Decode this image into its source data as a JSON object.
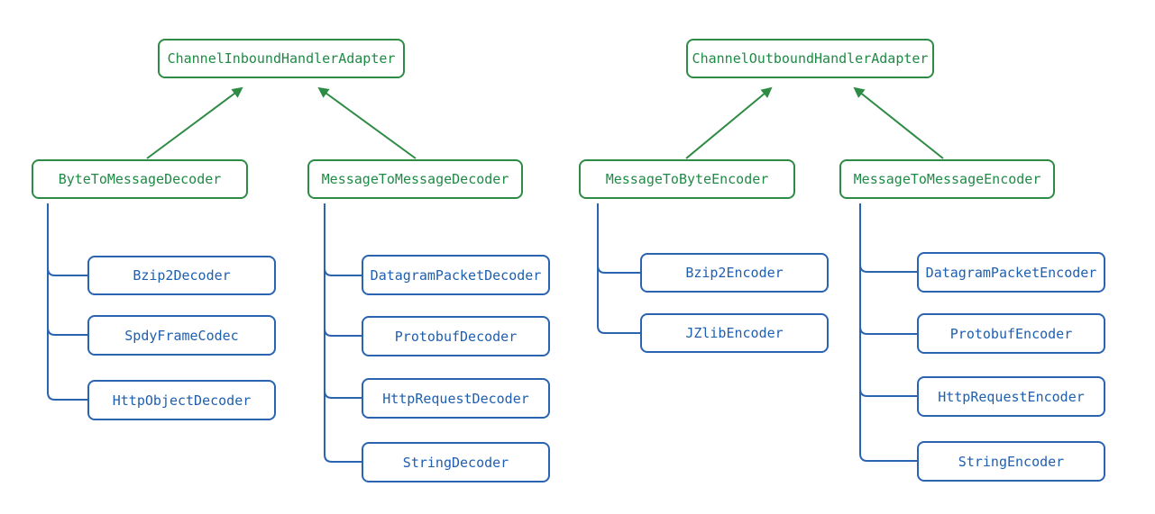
{
  "colors": {
    "inheritance_green": "#2e8b45",
    "text_green": "#1f8a45",
    "tree_blue": "#2a63b0",
    "text_blue": "#1f5fb0",
    "background": "#ffffff"
  },
  "inbound": {
    "root": "ChannelInboundHandlerAdapter",
    "byte_to_message": {
      "label": "ByteToMessageDecoder",
      "children": [
        "Bzip2Decoder",
        "SpdyFrameCodec",
        "HttpObjectDecoder"
      ]
    },
    "message_to_message": {
      "label": "MessageToMessageDecoder",
      "children": [
        "DatagramPacketDecoder",
        "ProtobufDecoder",
        "HttpRequestDecoder",
        "StringDecoder"
      ]
    }
  },
  "outbound": {
    "root": "ChannelOutboundHandlerAdapter",
    "message_to_byte": {
      "label": "MessageToByteEncoder",
      "children": [
        "Bzip2Encoder",
        "JZlibEncoder"
      ]
    },
    "message_to_message": {
      "label": "MessageToMessageEncoder",
      "children": [
        "DatagramPacketEncoder",
        "ProtobufEncoder",
        "HttpRequestEncoder",
        "StringEncoder"
      ]
    }
  }
}
